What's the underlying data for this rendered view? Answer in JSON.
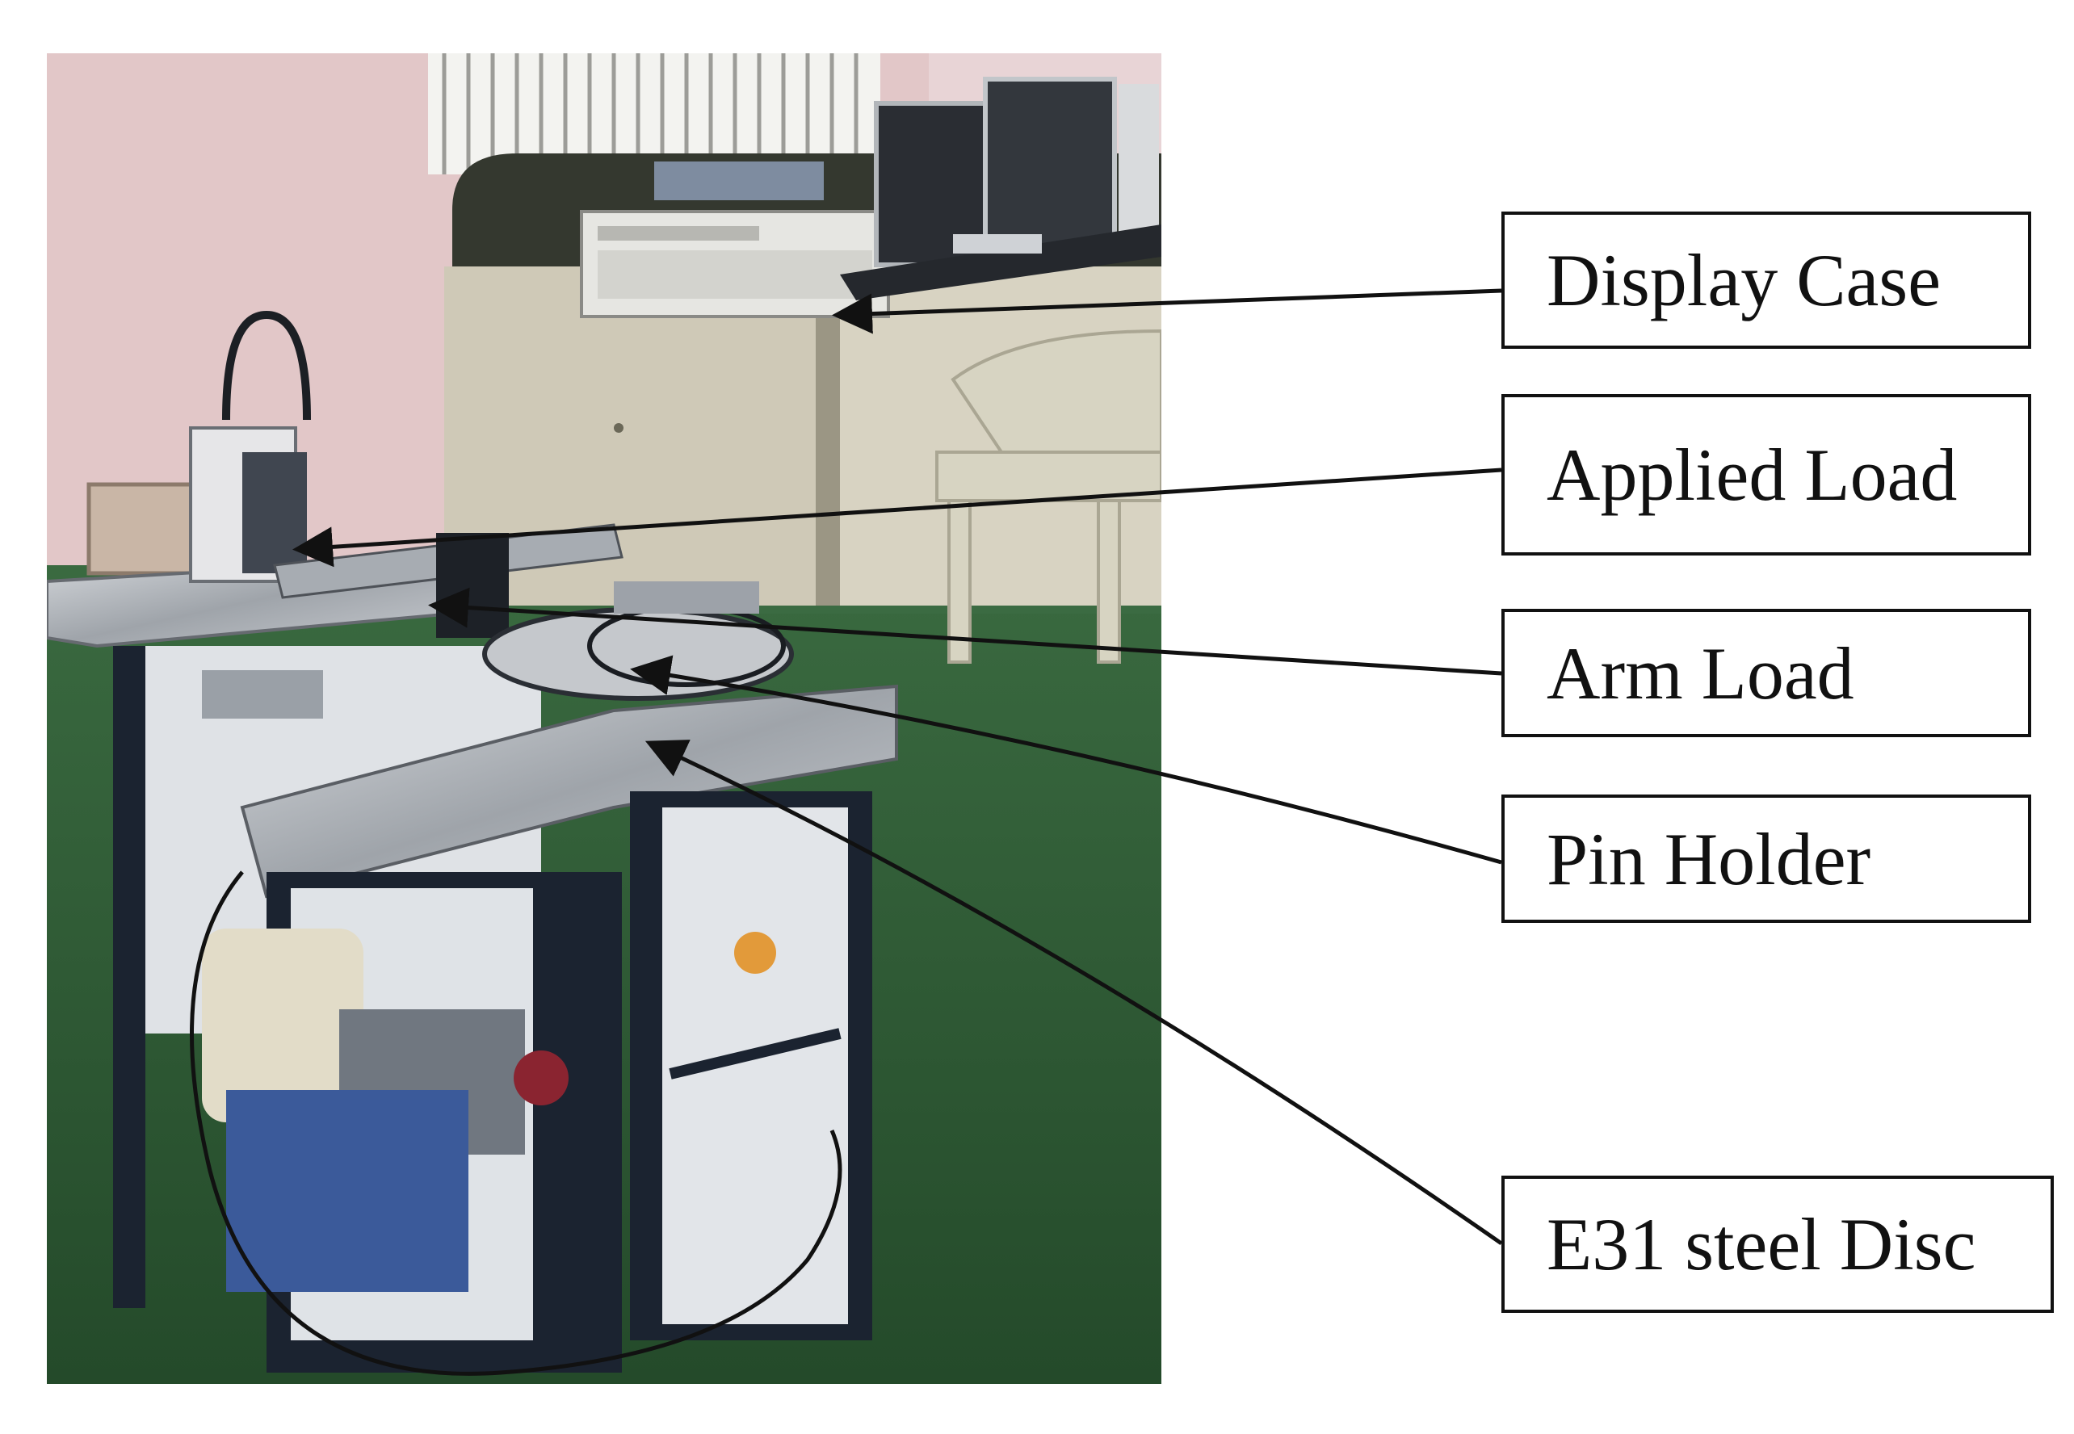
{
  "labels": {
    "display_case": "Display Case",
    "applied_load": "Applied Load",
    "arm_load": "Arm Load",
    "pin_holder": "Pin Holder",
    "disc": "E31 steel Disc"
  },
  "colors": {
    "wall": "#e3c9c9",
    "floor": "#2f5a35",
    "machine_frame": "#1b2330",
    "steel_top": "#b9bcc0",
    "panel": "#dcdfe3",
    "leader_line": "#111111"
  }
}
